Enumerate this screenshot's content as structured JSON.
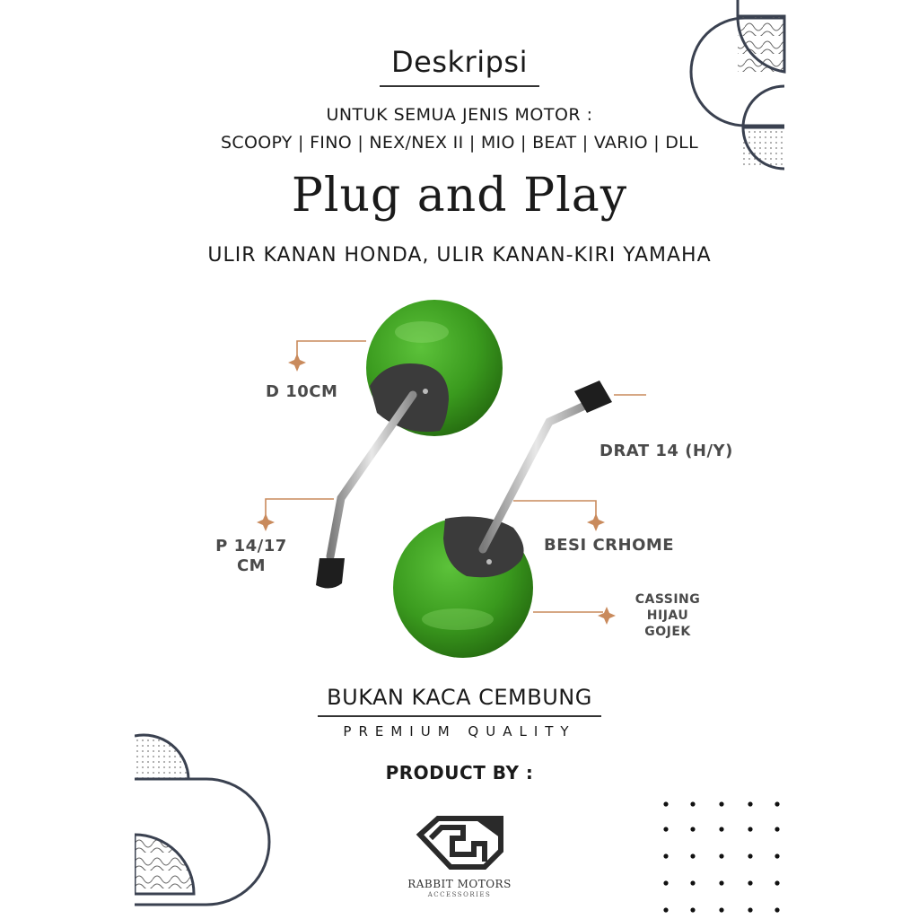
{
  "header": {
    "title": "Deskripsi",
    "compat_heading": "UNTUK SEMUA JENIS MOTOR :",
    "compat_list": "SCOOPY | FINO | NEX/NEX II | MIO | BEAT | VARIO | DLL",
    "headline": "Plug and Play",
    "thread_note": "ULIR KANAN HONDA, ULIR KANAN-KIRI YAMAHA"
  },
  "specs": {
    "diameter": "D 10CM",
    "thread": "DRAT 14 (H/Y)",
    "length_line1": "P 14/17",
    "length_line2": "CM",
    "material": "BESI CRHOME",
    "casing_line1": "CASSING",
    "casing_line2": "HIJAU",
    "casing_line3": "GOJEK"
  },
  "footer": {
    "glass_note": "BUKAN KACA CEMBUNG",
    "quality": "PREMIUM QUALITY",
    "product_by": "PRODUCT BY :",
    "brand": "RABBIT MOTORS",
    "brand_sub": "ACCESSORIES"
  },
  "colors": {
    "casing_green": "#3a9a1e",
    "accent_copper": "#c98a5c",
    "chrome": "#b8b8b8",
    "text_dark": "#1a1a1a"
  }
}
